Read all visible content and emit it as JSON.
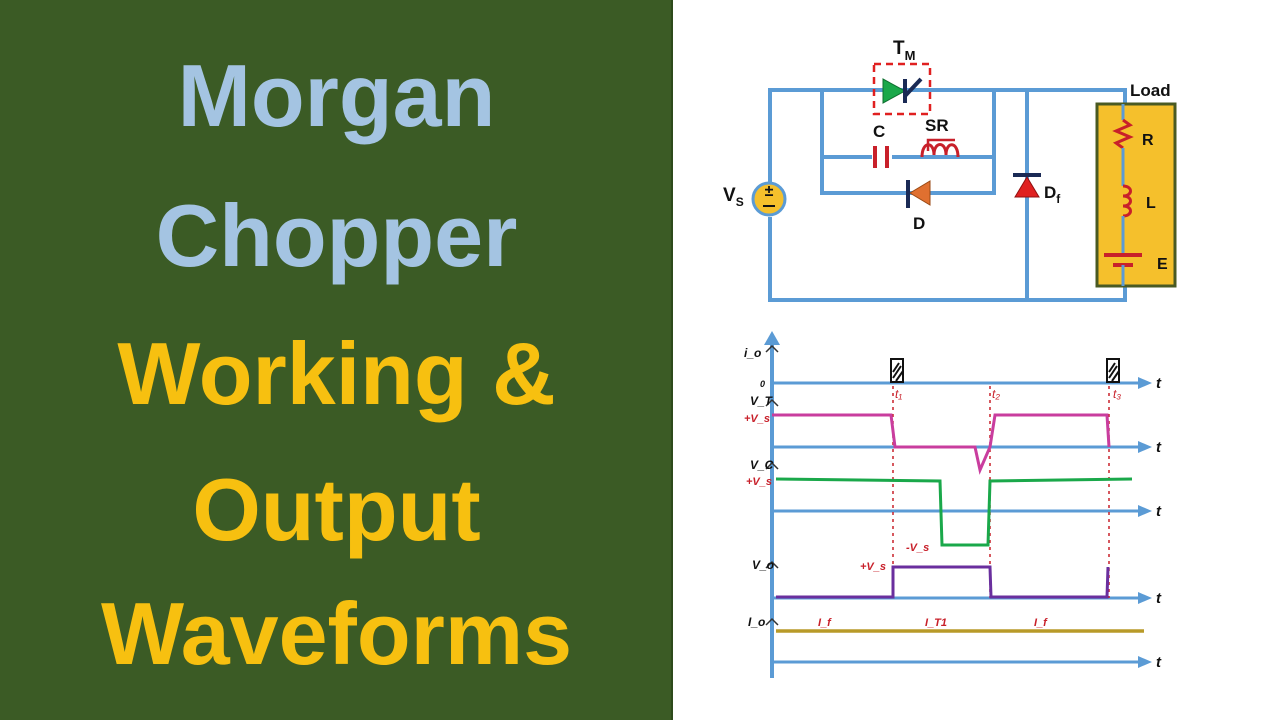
{
  "title": {
    "line1": "Morgan",
    "line2": "Chopper",
    "line3": "Working &",
    "line4": "Output",
    "line5": "Waveforms"
  },
  "colors": {
    "panel_bg": "#3b5b25",
    "title_blue": "#a4c4e2",
    "title_gold": "#f7c010",
    "wire": "#5b9bd5",
    "load_box": "#f5c02c",
    "thyristor_dashed": "#e02020",
    "wave_vt": "#c93d9e",
    "wave_vc": "#1aa84a",
    "wave_vo": "#6a2f9e",
    "wave_io": "#b89a28"
  },
  "circuit": {
    "tm": {
      "main": "T",
      "sub": "M"
    },
    "c": "C",
    "sr": "SR",
    "d": "D",
    "df": {
      "main": "D",
      "sub": "f"
    },
    "vs": {
      "main": "V",
      "sub": "S"
    },
    "load": "Load",
    "r": "R",
    "l": "L",
    "e": "E",
    "plus_minus": "±"
  },
  "waveforms": {
    "t_axis": "t",
    "io_label": "i_o",
    "zero": "0",
    "vt_label": "V_T",
    "vc_label": "V_C",
    "vo_label": "V_o",
    "io2_label": "I_o",
    "plus_vs": "+V_s",
    "minus_vs": "-V_s",
    "t1": "t₁",
    "t2": "t₂",
    "t3": "t₃",
    "i_f1": "I_f",
    "i_tm": "I_T1",
    "i_f2": "I_f"
  }
}
